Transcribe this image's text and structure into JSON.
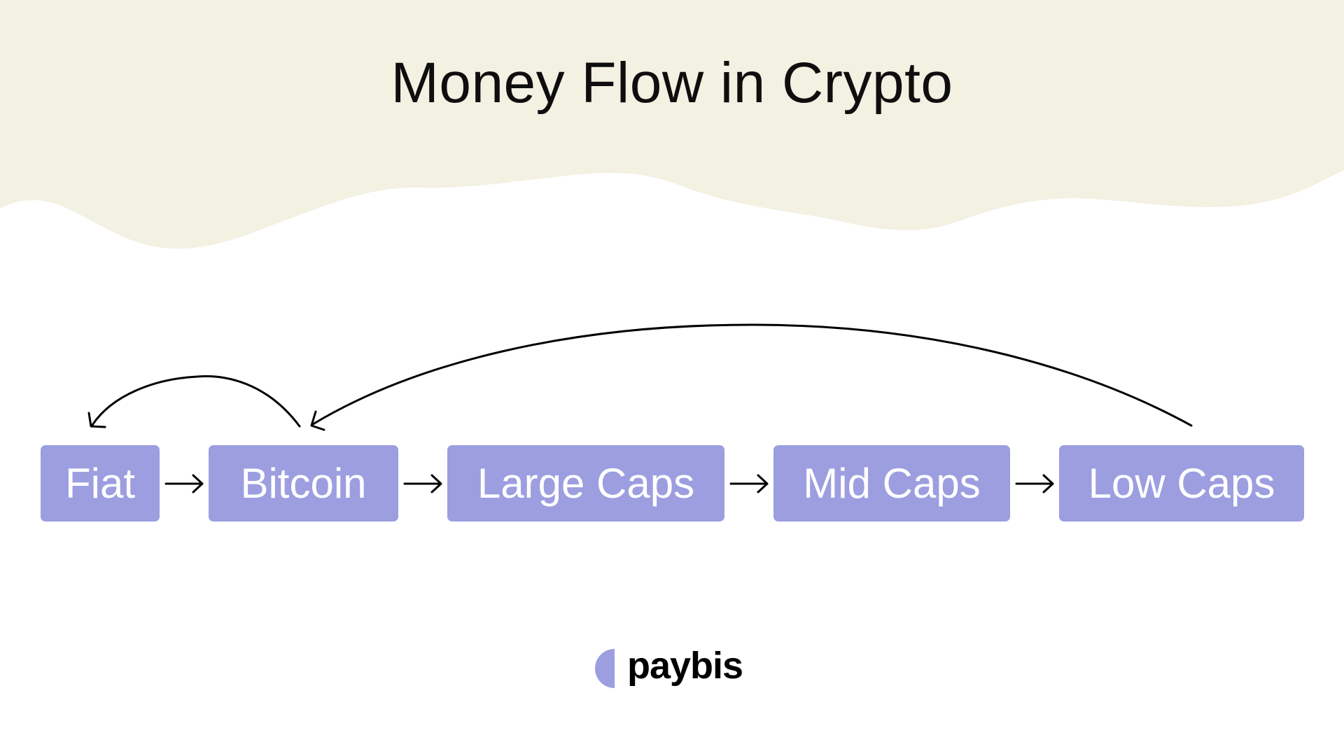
{
  "title": "Money Flow in Crypto",
  "colors": {
    "header_background": "#f2f1e2",
    "node_fill": "#9c9ee0",
    "node_text": "#ffffff",
    "arrow": "#000000",
    "logo_mark": "#9c9ee0"
  },
  "nodes": [
    {
      "id": "fiat",
      "label": "Fiat"
    },
    {
      "id": "bitcoin",
      "label": "Bitcoin"
    },
    {
      "id": "large-caps",
      "label": "Large Caps"
    },
    {
      "id": "mid-caps",
      "label": "Mid Caps"
    },
    {
      "id": "low-caps",
      "label": "Low Caps"
    }
  ],
  "edges": [
    {
      "from": "fiat",
      "to": "bitcoin"
    },
    {
      "from": "bitcoin",
      "to": "large-caps"
    },
    {
      "from": "large-caps",
      "to": "mid-caps"
    },
    {
      "from": "mid-caps",
      "to": "low-caps"
    },
    {
      "from": "bitcoin",
      "to": "fiat",
      "style": "curved"
    },
    {
      "from": "low-caps",
      "to": "bitcoin",
      "style": "curved"
    }
  ],
  "brand": {
    "name": "paybis",
    "mark_icon": "half-circle-icon"
  }
}
